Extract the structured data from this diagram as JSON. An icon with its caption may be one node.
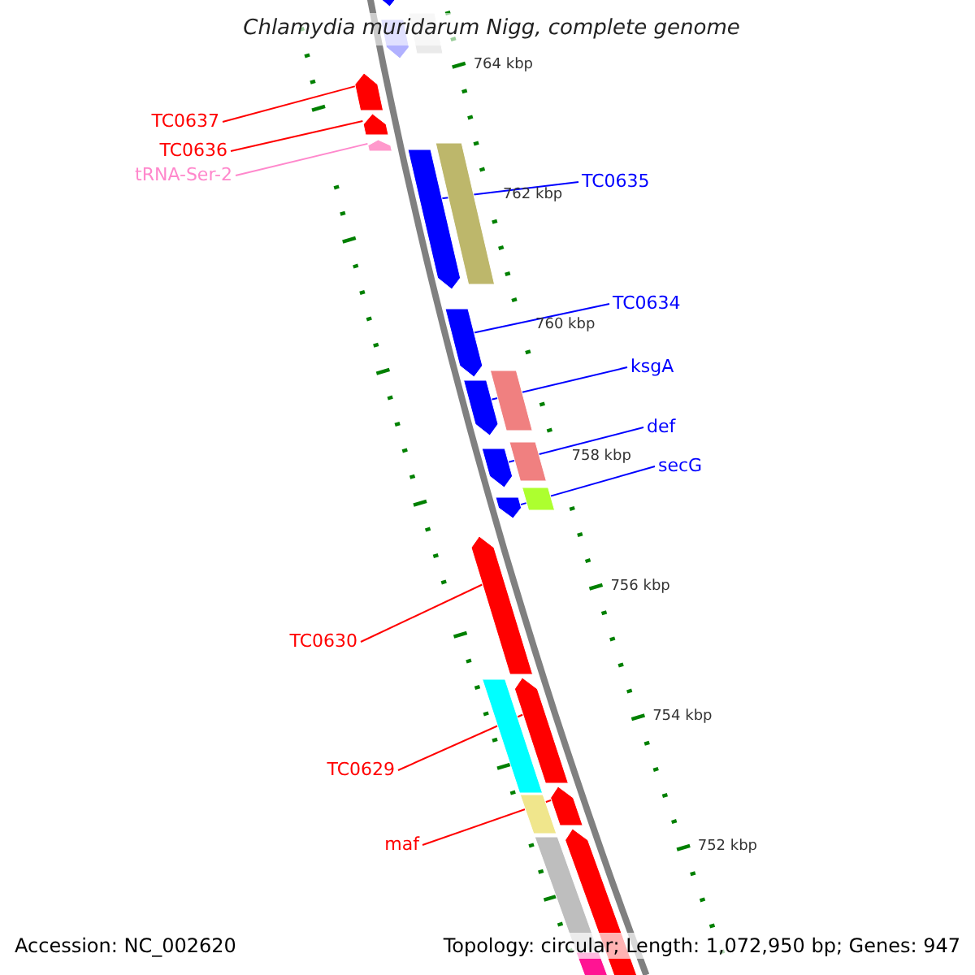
{
  "diagram": {
    "title": "Chlamydia muridarum Nigg, complete genome",
    "nodes": [
      {
        "text": [
          "TC0637"
        ]
      },
      {
        "text": [
          "TC0636"
        ]
      },
      {
        "text": [
          "tRNA-Ser-2"
        ]
      },
      {
        "text": [
          "TC0635"
        ]
      },
      {
        "text": [
          "TC0634"
        ]
      },
      {
        "text": [
          "ksgA"
        ]
      },
      {
        "text": [
          "def"
        ]
      },
      {
        "text": [
          "secG"
        ]
      },
      {
        "text": [
          "TC0630"
        ]
      },
      {
        "text": [
          "TC0629"
        ]
      },
      {
        "text": [
          "maf"
        ]
      },
      {
        "text": [],
        "shape": "arrow"
      },
      {
        "text": [],
        "shape": "bar"
      },
      {
        "text": [],
        "shape": "arrow"
      },
      {
        "text": [],
        "shape": "arrow"
      },
      {
        "text": [],
        "shape": "arrow"
      },
      {
        "text": [],
        "shape": "arrow"
      },
      {
        "text": [],
        "shape": "bar"
      },
      {
        "text": [],
        "shape": "arrow"
      },
      {
        "text": [],
        "shape": "arrow"
      },
      {
        "text": [],
        "shape": "bar"
      },
      {
        "text": [],
        "shape": "arrow"
      },
      {
        "text": [],
        "shape": "bar"
      },
      {
        "text": [],
        "shape": "arrow"
      },
      {
        "text": [],
        "shape": "bar"
      },
      {
        "text": [],
        "shape": "arrow"
      },
      {
        "text": [],
        "shape": "arrow"
      },
      {
        "text": [],
        "shape": "arrow"
      },
      {
        "text": [],
        "shape": "bar"
      },
      {
        "text": [],
        "shape": "arrow"
      },
      {
        "text": [],
        "shape": "bar"
      },
      {
        "text": [],
        "shape": "arrow"
      },
      {
        "text": [],
        "shape": "bar"
      },
      {
        "text": [],
        "shape": "bar"
      }
    ],
    "edges": [
      {
        "from": 0,
        "to": 14,
        "arrow": "none",
        "color": "#ff0000"
      },
      {
        "from": 1,
        "to": 15,
        "arrow": "none",
        "color": "#ff0000"
      },
      {
        "from": 2,
        "to": 16,
        "arrow": "none",
        "color": "#ff88cc"
      },
      {
        "from": 3,
        "to": 18,
        "arrow": "none",
        "color": "#0000ff"
      },
      {
        "from": 4,
        "to": 19,
        "arrow": "none",
        "color": "#0000ff"
      },
      {
        "from": 5,
        "to": 21,
        "arrow": "none",
        "color": "#0000ff"
      },
      {
        "from": 6,
        "to": 23,
        "arrow": "none",
        "color": "#0000ff"
      },
      {
        "from": 7,
        "to": 25,
        "arrow": "none",
        "color": "#0000ff"
      },
      {
        "from": 8,
        "to": 26,
        "arrow": "none",
        "color": "#ff0000"
      },
      {
        "from": 9,
        "to": 27,
        "arrow": "none",
        "color": "#ff0000"
      },
      {
        "from": 10,
        "to": 29,
        "arrow": "none",
        "color": "#ff0000"
      }
    ],
    "labels": [
      "764 kbp",
      "762 kbp",
      "760 kbp",
      "758 kbp",
      "756 kbp",
      "754 kbp",
      "752 kbp",
      "Accession: NC_002620",
      "Topology: circular; Length: 1,072,950 bp; Genes: 947"
    ]
  }
}
